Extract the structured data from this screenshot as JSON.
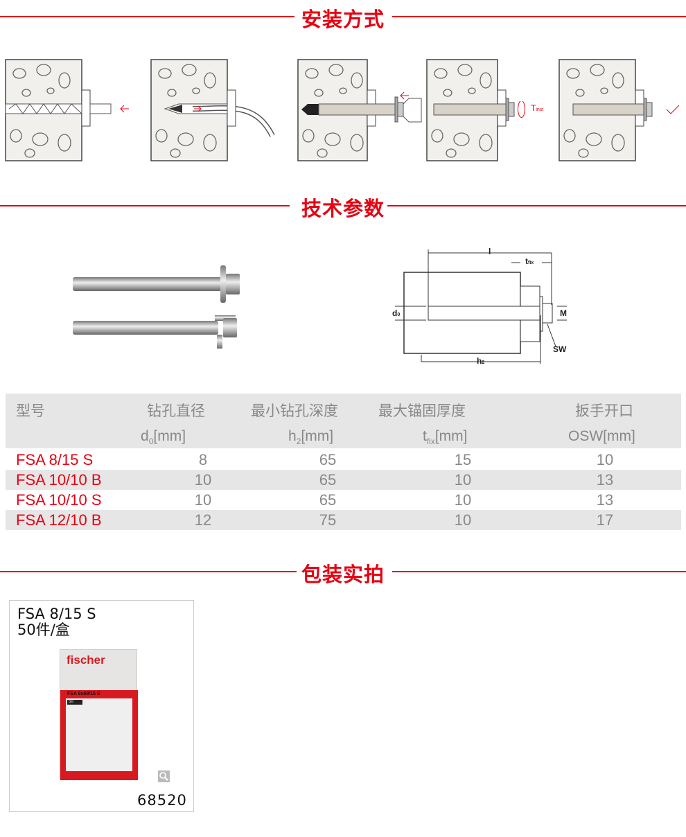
{
  "sections": {
    "install": "安装方式",
    "tech": "技术参数",
    "package": "包装实拍"
  },
  "install_steps": {
    "torque_label": "T",
    "torque_sub": "inst"
  },
  "diagram": {
    "l": "l",
    "tfix": "t",
    "tfix_sub": "fix",
    "d0": "d",
    "d0_sub": "0",
    "M": "M",
    "SW": "SW",
    "h2": "h",
    "h2_sub": "2"
  },
  "table": {
    "headers": [
      "型号",
      "钻孔直径",
      "最小钻孔深度",
      "最大锚固厚度",
      "扳手开口"
    ],
    "units": [
      {
        "main": "d",
        "sub": "0",
        "unit": "[mm]"
      },
      {
        "main": "h",
        "sub": "2",
        "unit": "[mm]"
      },
      {
        "main": "t",
        "sub": "fix",
        "unit": "[mm]"
      },
      {
        "main": "OSW",
        "sub": "",
        "unit": "[mm]"
      }
    ],
    "rows": [
      {
        "model": "FSA 8/15 S",
        "d0": "8",
        "h2": "65",
        "tfix": "15",
        "osw": "10"
      },
      {
        "model": "FSA 10/10 B",
        "d0": "10",
        "h2": "65",
        "tfix": "10",
        "osw": "13"
      },
      {
        "model": "FSA 10/10 S",
        "d0": "10",
        "h2": "65",
        "tfix": "10",
        "osw": "13"
      },
      {
        "model": "FSA 12/10 B",
        "d0": "12",
        "h2": "75",
        "tfix": "10",
        "osw": "17"
      }
    ]
  },
  "product_card": {
    "name": "FSA 8/15 S",
    "qty": "50件/盒",
    "code": "68520",
    "brand": "fischer",
    "box_label": "FSA 8x68/15 S",
    "box_count": "50"
  },
  "colors": {
    "accent": "#e60012",
    "header_bg": "#e6e6e6",
    "text_gray": "#888888"
  }
}
